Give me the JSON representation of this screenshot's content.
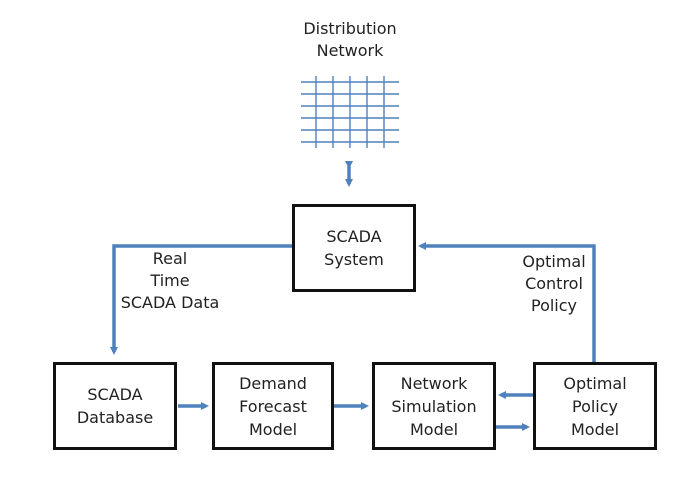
{
  "distribution_network": {
    "lines": [
      "Distribution",
      "Network"
    ]
  },
  "scada_system": {
    "lines": [
      "SCADA",
      "System"
    ]
  },
  "scada_database": {
    "lines": [
      "SCADA",
      "Database"
    ]
  },
  "demand_forecast_model": {
    "lines": [
      "Demand",
      "Forecast",
      "Model"
    ]
  },
  "network_simulation_model": {
    "lines": [
      "Network",
      "Simulation",
      "Model"
    ]
  },
  "optimal_policy_model": {
    "lines": [
      "Optimal",
      "Policy",
      "Model"
    ]
  },
  "edge_labels": {
    "real_time_data": [
      "Real",
      "Time",
      "SCADA Data"
    ],
    "optimal_control_policy": [
      "Optimal",
      "Control",
      "Policy"
    ]
  },
  "colors": {
    "arrow": "#4f81bd",
    "box_border": "#111111",
    "grid": "#4f81bd"
  }
}
